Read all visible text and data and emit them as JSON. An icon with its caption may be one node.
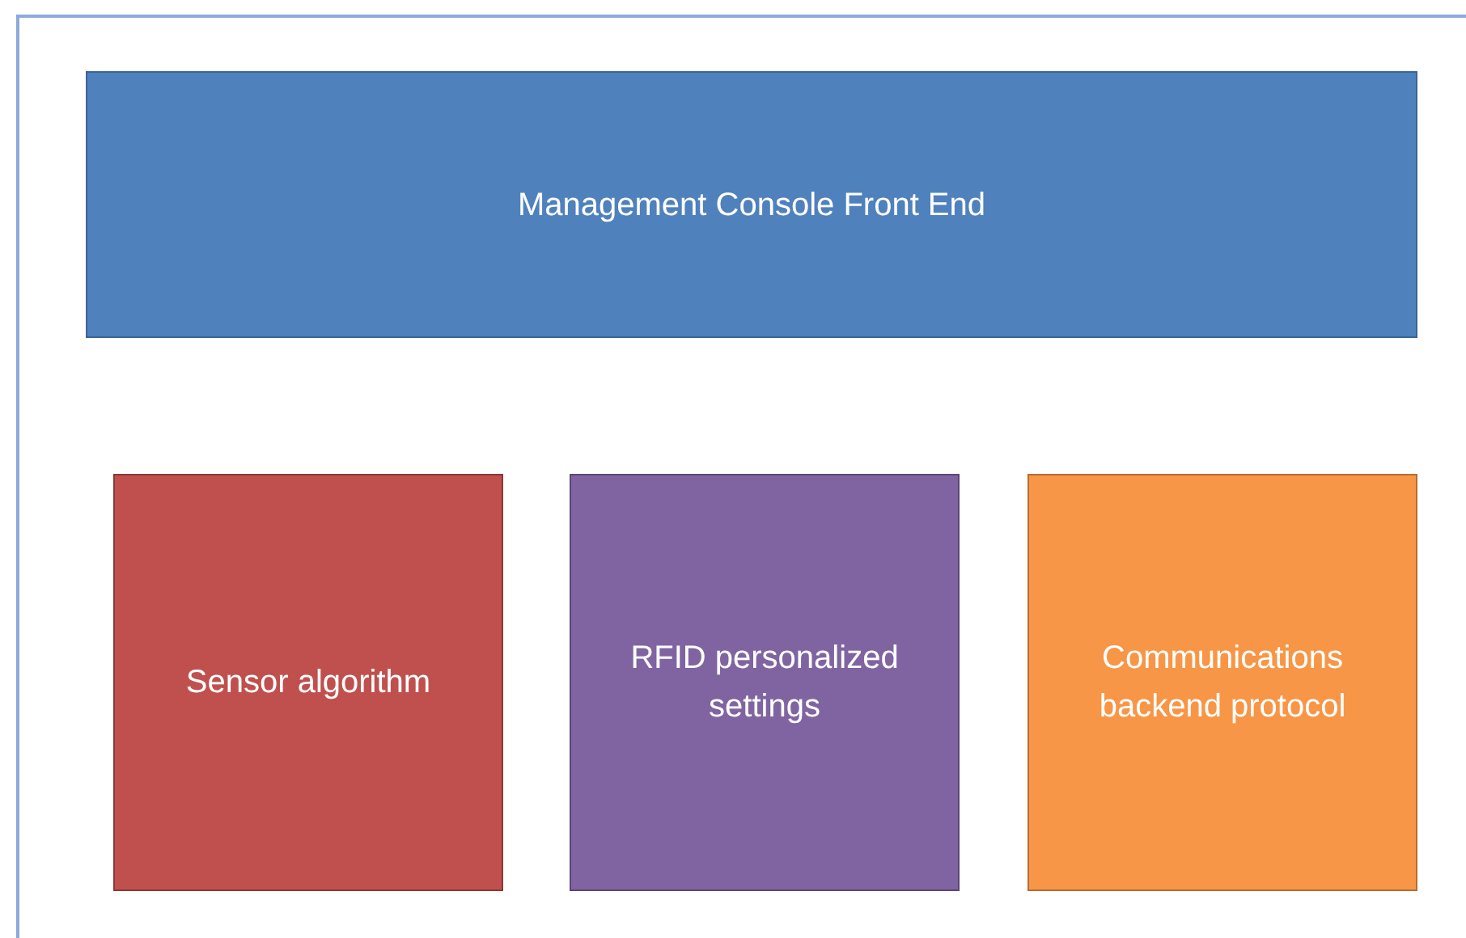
{
  "diagram": {
    "nodes": [
      {
        "text": [
          "Management Console Front End"
        ]
      },
      {
        "text": [
          "Sensor algorithm"
        ]
      },
      {
        "text": [
          "RFID personalized settings"
        ]
      },
      {
        "text": [
          "Communications backend protocol"
        ]
      }
    ]
  }
}
